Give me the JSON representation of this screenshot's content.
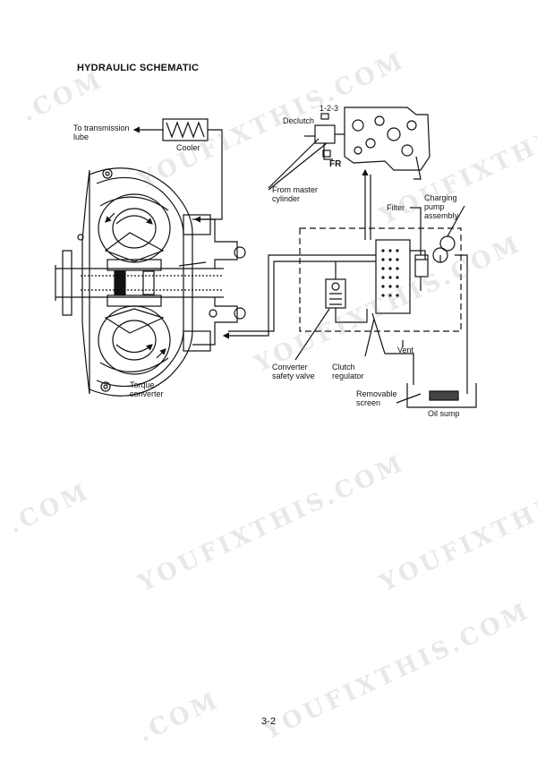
{
  "document": {
    "title": "HYDRAULIC SCHEMATIC",
    "page_number": "3-2"
  },
  "labels": {
    "to_transmission_lube_1": "To transmission",
    "to_transmission_lube_2": "lube",
    "cooler": "Cooler",
    "declutch": "Declutch",
    "gear_123": "1-2-3",
    "fr": "FR",
    "from_master_cylinder_1": "From master",
    "from_master_cylinder_2": "cylinder",
    "filter": "Filter",
    "charging_pump_1": "Charging",
    "charging_pump_2": "pump",
    "charging_pump_3": "assembly",
    "vent": "Vent",
    "converter_safety_valve_1": "Converter",
    "converter_safety_valve_2": "safety valve",
    "clutch_regulator_1": "Clutch",
    "clutch_regulator_2": "regulator",
    "torque_converter_1": "Torque",
    "torque_converter_2": "converter",
    "removable_screen_1": "Removable",
    "removable_screen_2": "screen",
    "oil_sump": "Oil sump"
  },
  "watermark": {
    "text_a": "YOUFIXTHIS.COM",
    "text_b": "YOUFIXTHIS",
    "text_c": ".COM",
    "color": "#999999"
  }
}
